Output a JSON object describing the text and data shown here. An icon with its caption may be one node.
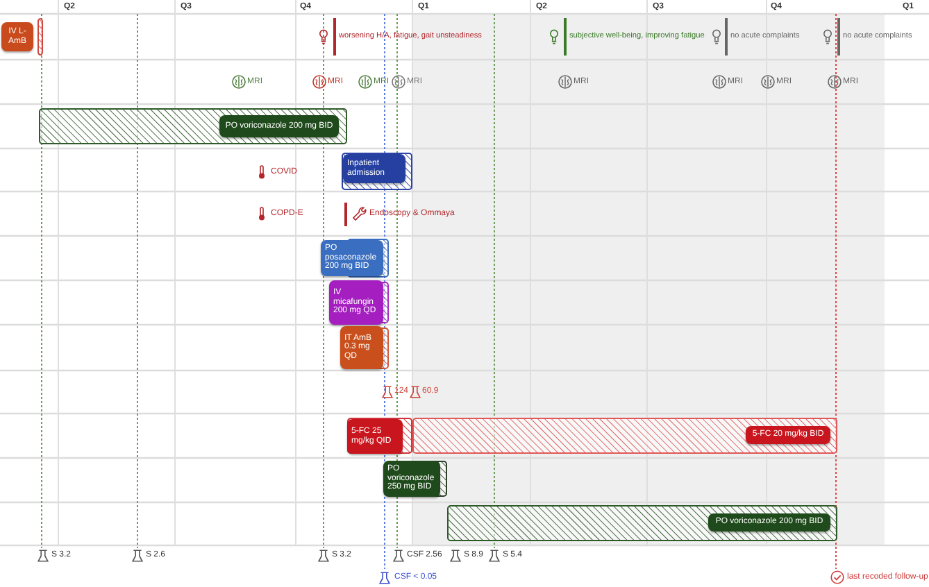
{
  "diagram": {
    "nodes": [
      {
        "text": [
          "IV L-AmB"
        ]
      },
      {
        "text": [
          "PO voriconazole 200 mg BID"
        ]
      },
      {
        "text": [
          "Inpatient admission"
        ]
      },
      {
        "text": [
          "PO posaconazole 200 mg BID"
        ]
      },
      {
        "text": [
          "IV micafungin 200 mg QD"
        ]
      },
      {
        "text": [
          "IT AmB 0.3 mg QD"
        ]
      },
      {
        "text": [
          "5-FC 25 mg/kg QID"
        ]
      },
      {
        "text": [
          "5-FC 20 mg/kg BID"
        ]
      },
      {
        "text": [
          "PO voriconazole 250 mg BID"
        ]
      },
      {
        "text": [
          "PO voriconazole 200 mg BID"
        ]
      }
    ],
    "labels": [
      "Q2",
      "Q3",
      "Q4",
      "Q1",
      "Q2",
      "Q3",
      "Q4",
      "Q1",
      "worsening H/A, fatigue, gait unsteadiness",
      "subjective well-being, improving fatigue",
      "no acute complaints",
      "no acute complaints",
      "MRI",
      "MRI",
      "MRI",
      "MRI",
      "MRI",
      "MRI",
      "MRI",
      "MRI",
      "COVID",
      "COPD-E",
      "Endoscopy & Ommaya",
      "124",
      "60.9",
      "S 3.2",
      "S 2.6",
      "S 3.2",
      "CSF 2.56",
      "S 8.9",
      "S 5.4",
      "CSF < 0.05",
      "last recoded follow-up"
    ]
  }
}
